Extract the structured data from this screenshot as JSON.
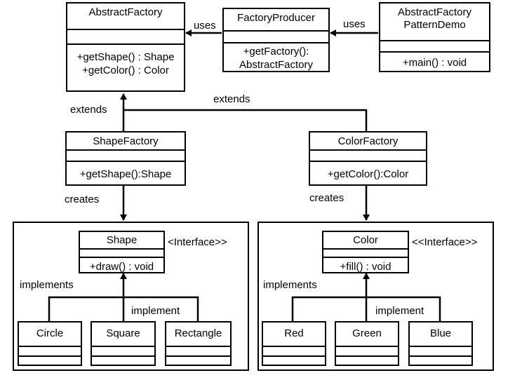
{
  "classes": {
    "abstract_factory": {
      "name": "AbstractFactory",
      "ops": [
        "+getShape() : Shape",
        "+getColor() : Color"
      ]
    },
    "factory_producer": {
      "name": "FactoryProducer",
      "ops": [
        "+getFactory():",
        "AbstractFactory"
      ]
    },
    "pattern_demo": {
      "name_lines": [
        "AbstractFactory",
        "PatternDemo"
      ],
      "ops": [
        "+main() : void"
      ]
    },
    "shape_factory": {
      "name": "ShapeFactory",
      "ops": [
        "+getShape():Shape"
      ]
    },
    "color_factory": {
      "name": "ColorFactory",
      "ops": [
        "+getColor():Color"
      ]
    },
    "shape": {
      "name": "Shape",
      "ops": [
        "+draw() : void"
      ]
    },
    "color": {
      "name": "Color",
      "ops": [
        "+fill() : void"
      ]
    },
    "circle": {
      "name": "Circle"
    },
    "square": {
      "name": "Square"
    },
    "rectangle": {
      "name": "Rectangle"
    },
    "red": {
      "name": "Red"
    },
    "green": {
      "name": "Green"
    },
    "blue": {
      "name": "Blue"
    }
  },
  "labels": {
    "uses_left": "uses",
    "uses_right": "uses",
    "extends_left": "extends",
    "extends_top": "extends",
    "creates_left": "creates",
    "creates_right": "creates",
    "shape_stereotype": "<Interface>>",
    "color_stereotype": "<<Interface>>",
    "implements_left": "implements",
    "implements_right": "implements",
    "implement_left": "implement",
    "implement_right": "implement"
  }
}
